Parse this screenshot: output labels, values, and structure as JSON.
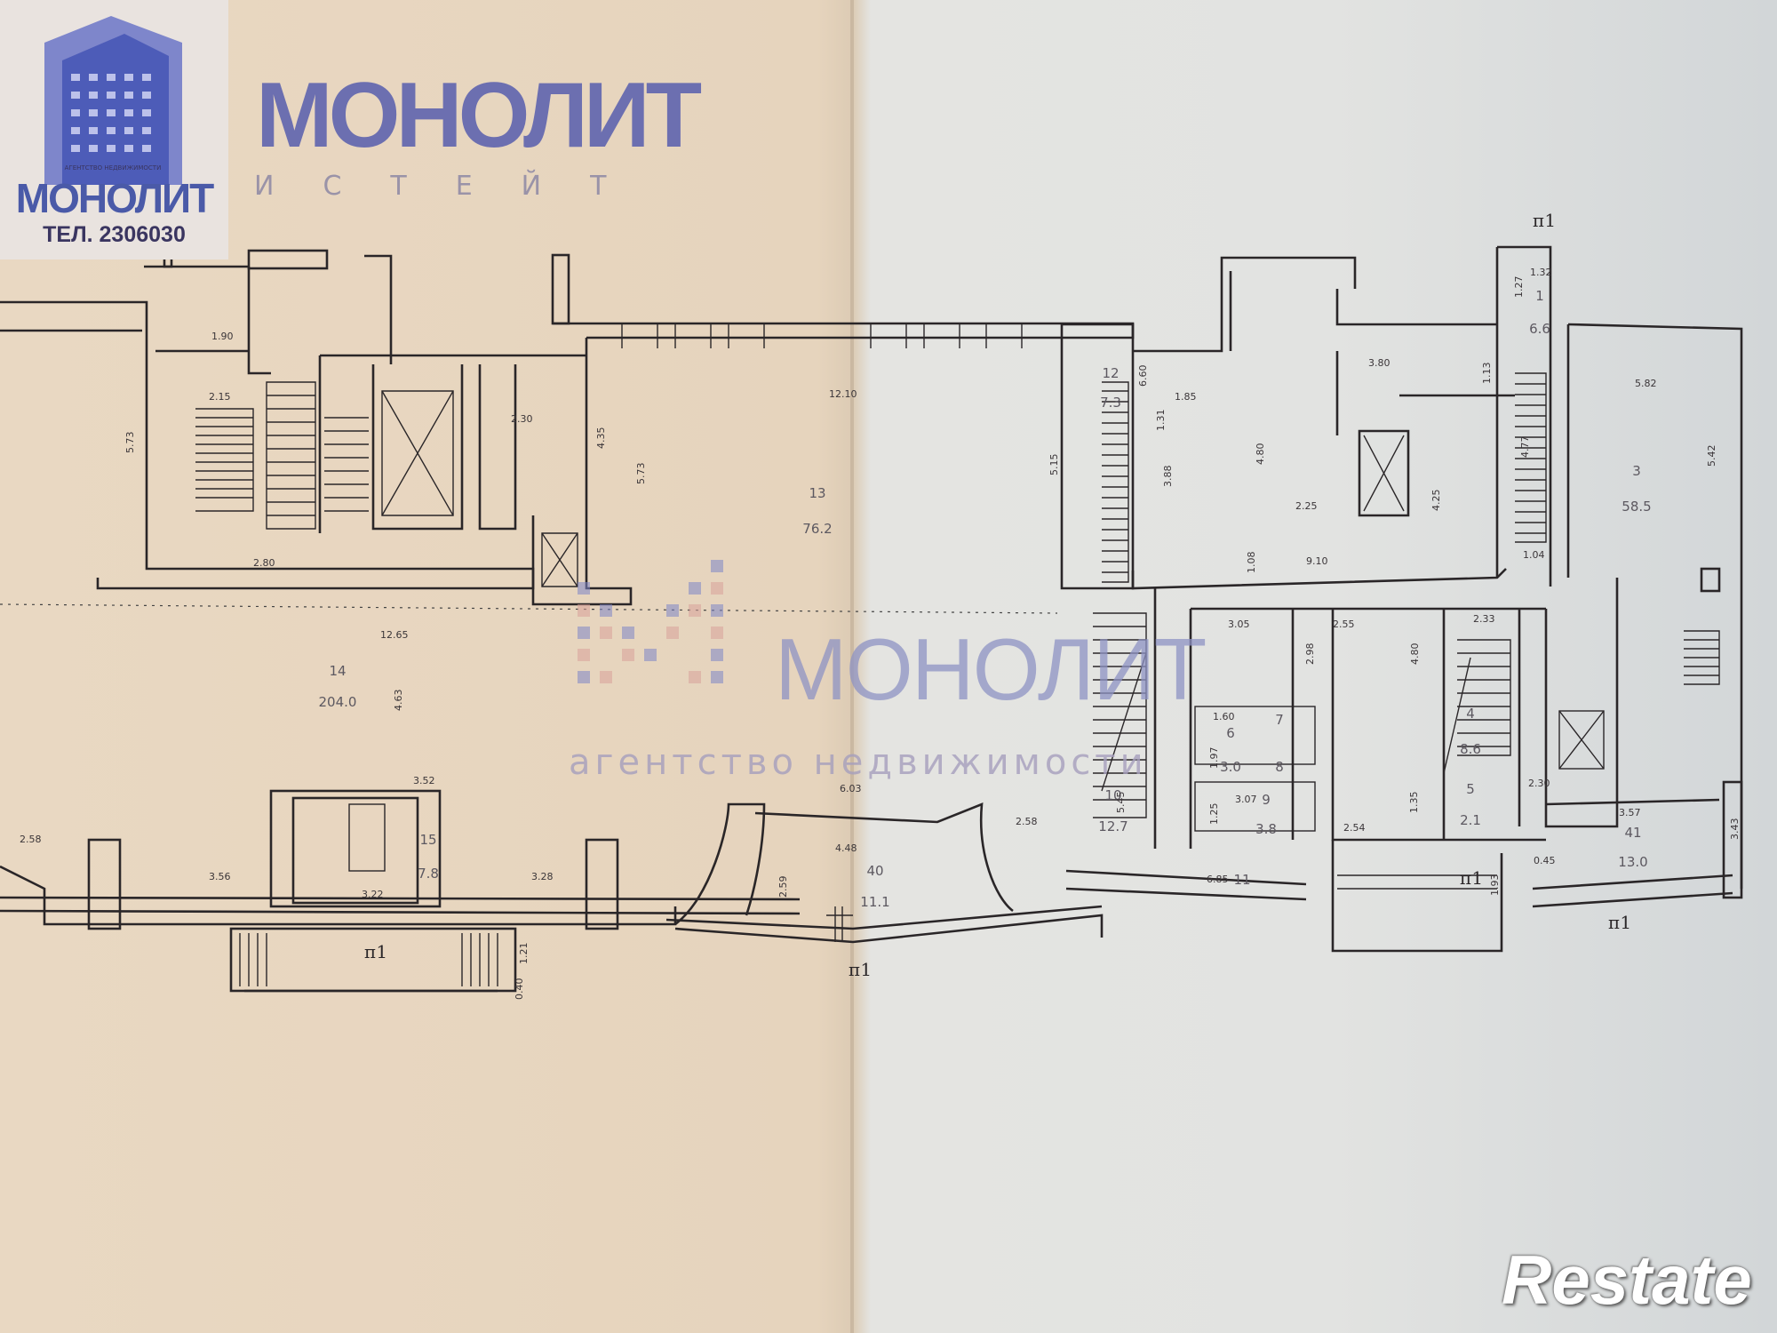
{
  "logo": {
    "small_text": "МОНОЛИТ",
    "agency_caption": "АГЕНТСТВО НЕДВИЖИМОСТИ",
    "phone": "ТЕЛ. 2306030",
    "brand": "МОНОЛИТ",
    "brand_sub": "ИСТЕЙТ"
  },
  "watermark": {
    "brand": "МОНОЛИТ",
    "subtitle": "агентство недвижимости",
    "restate": "Restate"
  },
  "rooms": [
    {
      "id": "room-13",
      "number": "13",
      "area": "76.2"
    },
    {
      "id": "room-14",
      "number": "14",
      "area": "204.0"
    },
    {
      "id": "room-15",
      "number": "15",
      "area": "7.8"
    },
    {
      "id": "room-40",
      "number": "40",
      "area": "11.1"
    },
    {
      "id": "room-12",
      "number": "12",
      "area": "7.3"
    },
    {
      "id": "room-10",
      "number": "10",
      "area": "12.7"
    },
    {
      "id": "room-6",
      "number": "6",
      "area": "3.0"
    },
    {
      "id": "room-7",
      "number": "7",
      "area": ""
    },
    {
      "id": "room-8",
      "number": "8",
      "area": ""
    },
    {
      "id": "room-9",
      "number": "9",
      "area": "3.8"
    },
    {
      "id": "room-11",
      "number": "11",
      "area": ""
    },
    {
      "id": "room-4",
      "number": "4",
      "area": "8.6"
    },
    {
      "id": "room-5",
      "number": "5",
      "area": "2.1"
    },
    {
      "id": "room-3",
      "number": "3",
      "area": "58.5"
    },
    {
      "id": "room-41",
      "number": "41",
      "area": "13.0"
    },
    {
      "id": "room-1",
      "number": "1",
      "area": "6.6"
    }
  ],
  "dimensions": [
    "1.90",
    "2.15",
    "5.73",
    "2.80",
    "2.30",
    "4.35",
    "5.73",
    "12.10",
    "12.65",
    "4.63",
    "3.52",
    "3.22",
    "3.28",
    "3.56",
    "2.58",
    "6.03",
    "4.48",
    "2.59",
    "2.58",
    "5.15",
    "6.60",
    "1.31",
    "1.85",
    "3.88",
    "4.80",
    "3.80",
    "1.13",
    "2.25",
    "9.10",
    "4.25",
    "1.08",
    "3.05",
    "2.98",
    "2.55",
    "4.80",
    "2.33",
    "1.60",
    "1.97",
    "3.07",
    "1.25",
    "5.45",
    "2.54",
    "1.35",
    "2.30",
    "6.85",
    "1.93",
    "3.57",
    "0.45",
    "3.43",
    "1.04",
    "4.77",
    "5.82",
    "5.42",
    "1.32",
    "1.27",
    "1.21",
    "0.40"
  ],
  "section_marks": [
    "п1",
    "п1",
    "п1",
    "п1",
    "п1"
  ]
}
